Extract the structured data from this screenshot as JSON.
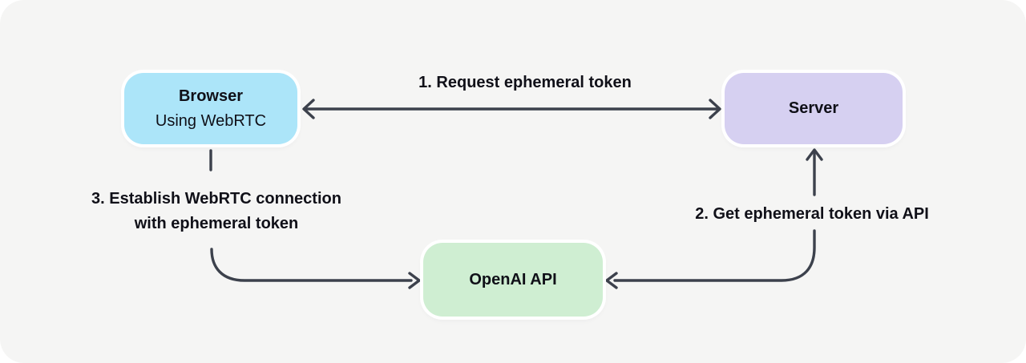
{
  "diagram": {
    "background_color": "#f5f5f4",
    "arrow_color": "#3c414c",
    "text_color": "#101018",
    "nodes": [
      {
        "id": "browser",
        "label": "Browser",
        "sublabel": "Using WebRTC",
        "fill": "#ace5f9"
      },
      {
        "id": "server",
        "label": "Server",
        "fill": "#d6d0f1"
      },
      {
        "id": "openai-api",
        "label": "OpenAI API",
        "fill": "#cfeed2"
      }
    ],
    "edges": [
      {
        "id": "request-ephemeral-token",
        "label": "1. Request ephemeral token",
        "from": "browser",
        "to": "server",
        "style": "bidirectional"
      },
      {
        "id": "get-ephemeral-token",
        "label": "2. Get ephemeral token via API",
        "from": "server",
        "to": "openai-api",
        "style": "bidirectional"
      },
      {
        "id": "establish-webrtc-connection",
        "label_line1": "3. Establish WebRTC connection",
        "label_line2": "with ephemeral token",
        "from": "browser",
        "to": "openai-api",
        "style": "directed"
      }
    ]
  }
}
